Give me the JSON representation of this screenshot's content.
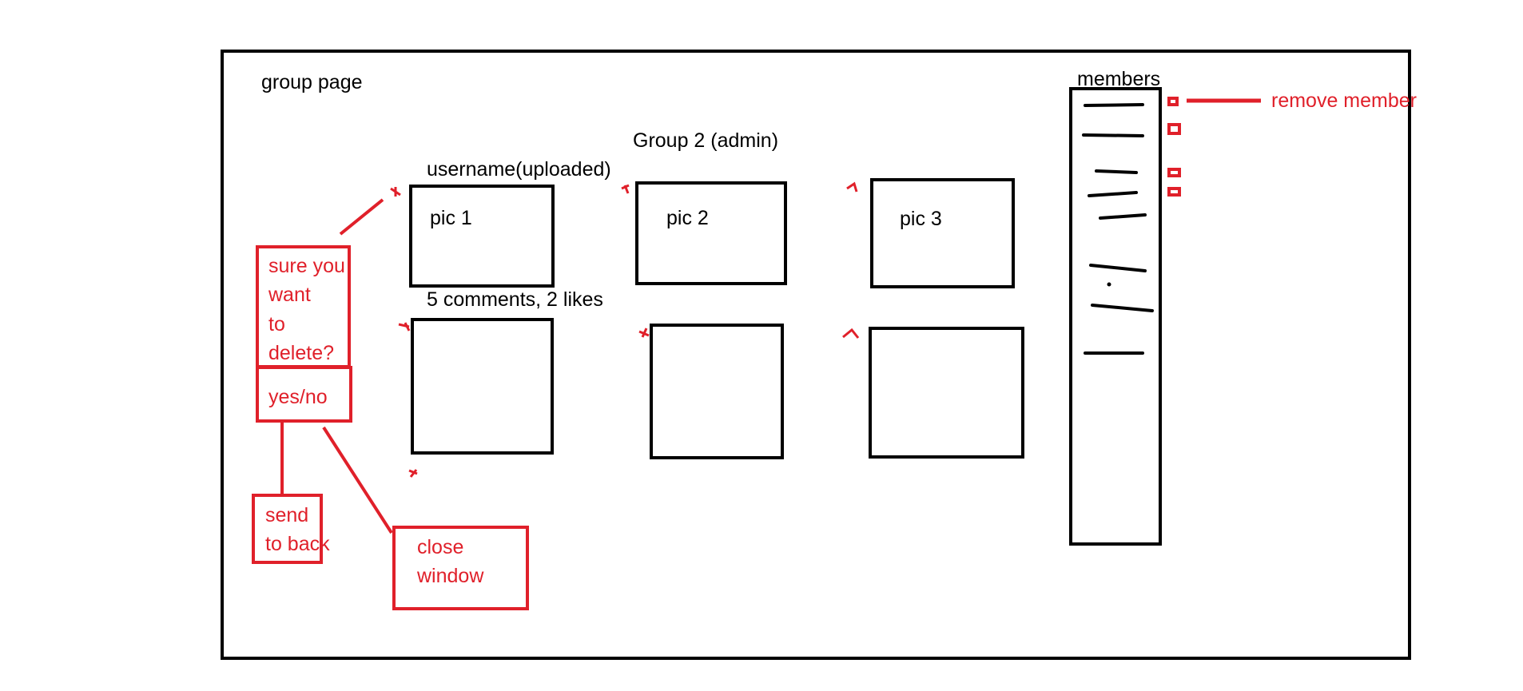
{
  "page": {
    "title": "group page",
    "group_heading": "Group 2 (admin)",
    "uploader_label": "username(uploaded)",
    "stats_label": "5 comments, 2 likes"
  },
  "pictures": [
    {
      "label": "pic 1"
    },
    {
      "label": "pic 2"
    },
    {
      "label": "pic 3"
    },
    {
      "label": ""
    },
    {
      "label": ""
    },
    {
      "label": ""
    }
  ],
  "members": {
    "heading": "members",
    "remove_annotation": "remove member"
  },
  "annotations": {
    "confirm_lines": [
      "sure you",
      "want",
      "to",
      "delete?"
    ],
    "yes_no": "yes/no",
    "send_to_back_lines": [
      "send",
      "to back"
    ],
    "close_window_lines": [
      "close",
      "window"
    ]
  },
  "colors": {
    "ink": "#000000",
    "annotation": "#e0202a"
  }
}
